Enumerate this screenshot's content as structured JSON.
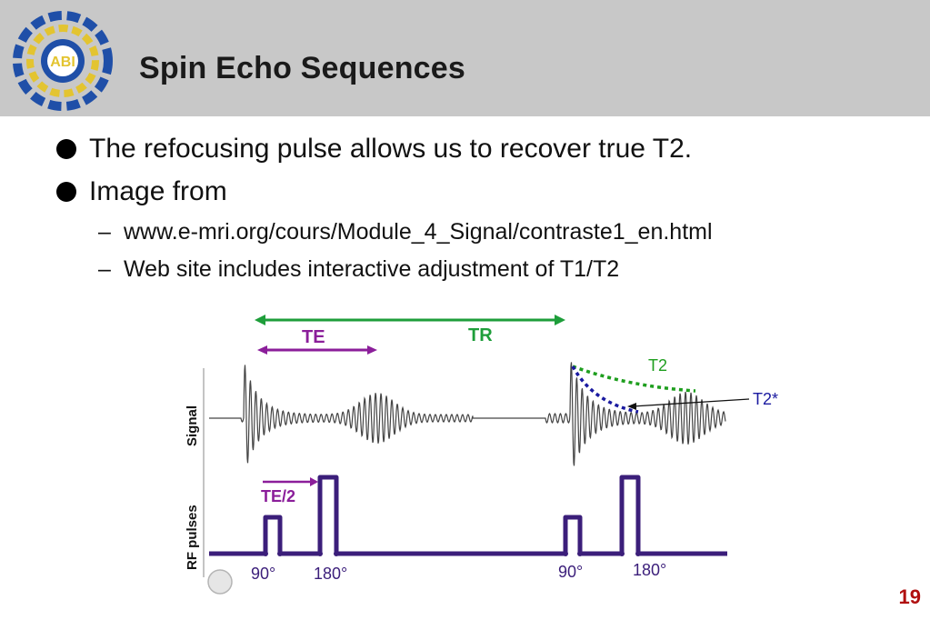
{
  "slide": {
    "title": "Spin Echo Sequences",
    "page_number": "19"
  },
  "logo": {
    "text": "ABI"
  },
  "bullets": [
    {
      "text": "The refocusing pulse allows us to recover true T2."
    },
    {
      "text": "Image from"
    }
  ],
  "sub_bullets": [
    {
      "dash": "–",
      "text": "www.e-mri.org/cours/Module_4_Signal/contraste1_en.html"
    },
    {
      "dash": "–",
      "text": "Web site includes interactive adjustment of T1/T2"
    }
  ],
  "diagram": {
    "label_tr": "TR",
    "label_te": "TE",
    "label_te2": "TE/2",
    "label_signal": "Signal",
    "label_rf": "RF pulses",
    "label_90a": "90°",
    "label_180a": "180°",
    "label_90b": "90°",
    "label_180b": "180°",
    "label_t2": "T2",
    "label_t2star": "T2*"
  },
  "colors": {
    "header_bg": "#c8c8c8",
    "tr_green": "#1e9e3a",
    "te_purple": "#8b1e9a",
    "pulse_indigo": "#3b1e7a",
    "t2_green": "#1e9e1e",
    "t2star_blue": "#1a1aa0",
    "page_number_red": "#b01010"
  }
}
